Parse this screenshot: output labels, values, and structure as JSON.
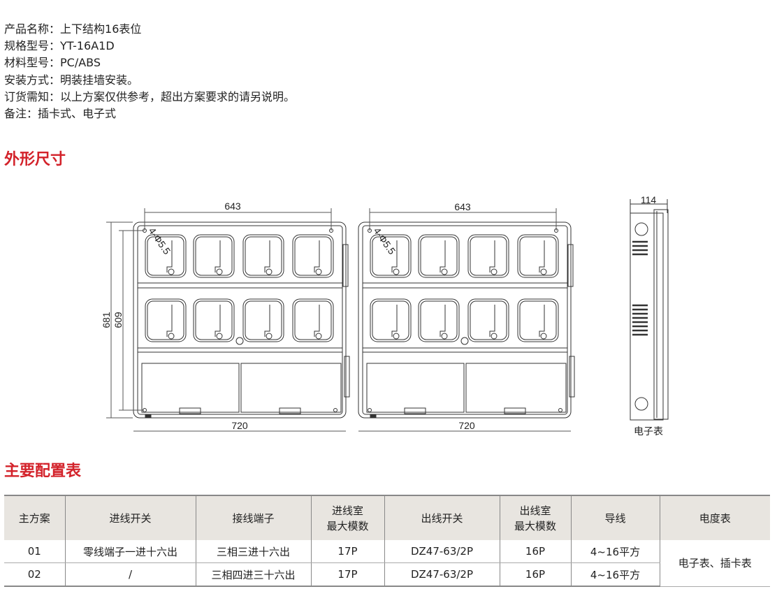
{
  "spec": [
    {
      "label": "产品名称：",
      "value": "上下结构16表位"
    },
    {
      "label": "规格型号：",
      "value": "YT-16A1D"
    },
    {
      "label": "材料型号：",
      "value": "PC/ABS"
    },
    {
      "label": "安装方式：",
      "value": "明装挂墙安装。"
    },
    {
      "label": "订货需知：",
      "value": "以上方案仅供参考，超出方案要求的请另说明。"
    },
    {
      "label": "备注：",
      "value": "插卡式、电子式"
    }
  ],
  "section_dimensions": "外形尺寸",
  "drawing": {
    "width_inner": "643",
    "width_outer": "720",
    "height_outer": "681",
    "height_inner": "609",
    "hole": "4-Φ5.5",
    "depth": "114",
    "side_caption": "电子表"
  },
  "section_config": "主要配置表",
  "table": {
    "headers": [
      "主方案",
      "进线开关",
      "接线端子",
      "进线室\n最大模数",
      "出线开关",
      "出线室\n最大模数",
      "导线",
      "电度表"
    ],
    "rows": [
      [
        "01",
        "零线端子一进十六出",
        "三相三进十六出",
        "17P",
        "DZ47-63/2P",
        "16P",
        "4~16平方"
      ],
      [
        "02",
        "/",
        "三相四进三十六出",
        "17P",
        "DZ47-63/2P",
        "16P",
        "4~16平方"
      ]
    ],
    "meter_merged": "电子表、插卡表"
  }
}
